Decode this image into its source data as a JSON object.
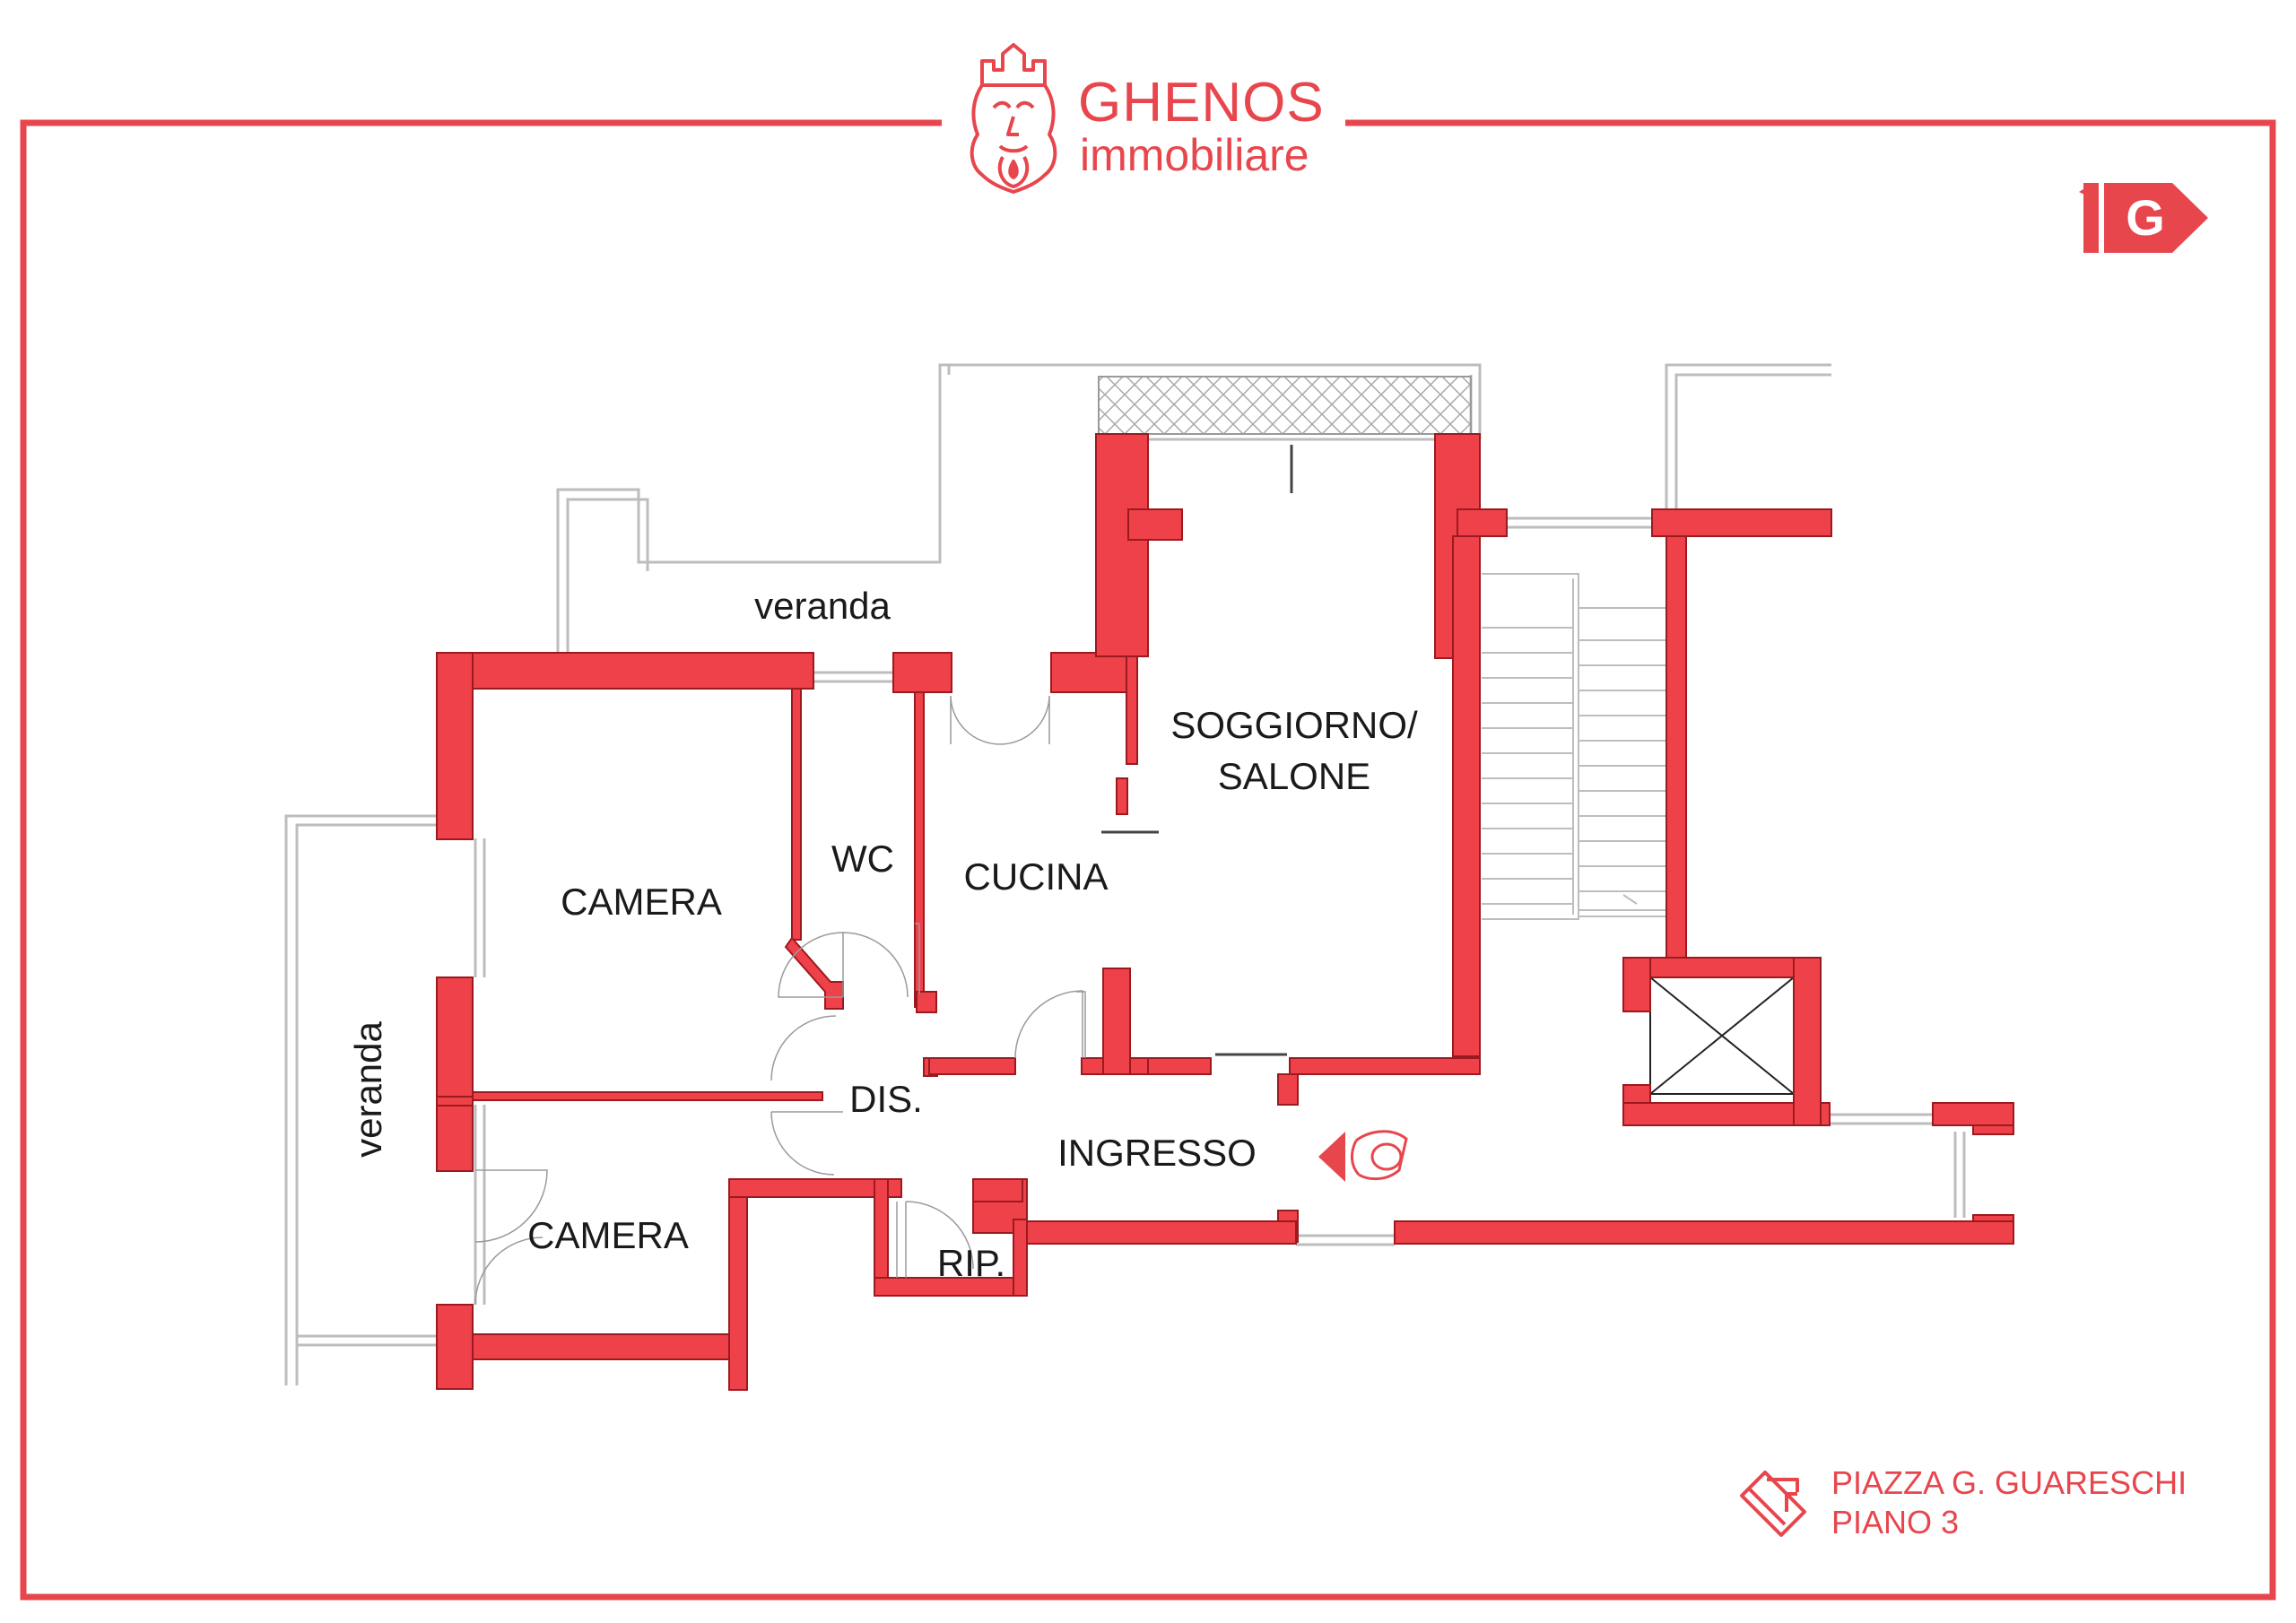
{
  "brand": {
    "name": "GHENOS",
    "subtitle": "immobiliare",
    "badge_letter": "G"
  },
  "rooms": {
    "veranda_top": "veranda",
    "veranda_left": "veranda",
    "soggiorno_line1": "SOGGIORNO/",
    "soggiorno_line2": "SALONE",
    "wc": "WC",
    "cucina": "CUCINA",
    "camera_top": "CAMERA",
    "camera_bottom": "CAMERA",
    "dis": "DIS.",
    "ingresso": "INGRESSO",
    "rip": "RIP."
  },
  "address": {
    "line1": "PIAZZA G. GUARESCHI",
    "line2": "PIANO 3"
  },
  "colors": {
    "accent": "#e8464d",
    "wall": "#ef4149",
    "wall_outline": "#9b1a20",
    "text": "#1a1a1a"
  },
  "icons": {
    "logo": "king-castle-logo-icon",
    "badge": "g-arrow-badge-icon",
    "entrance": "entrance-person-arrow-icon",
    "address": "house-outline-icon"
  }
}
